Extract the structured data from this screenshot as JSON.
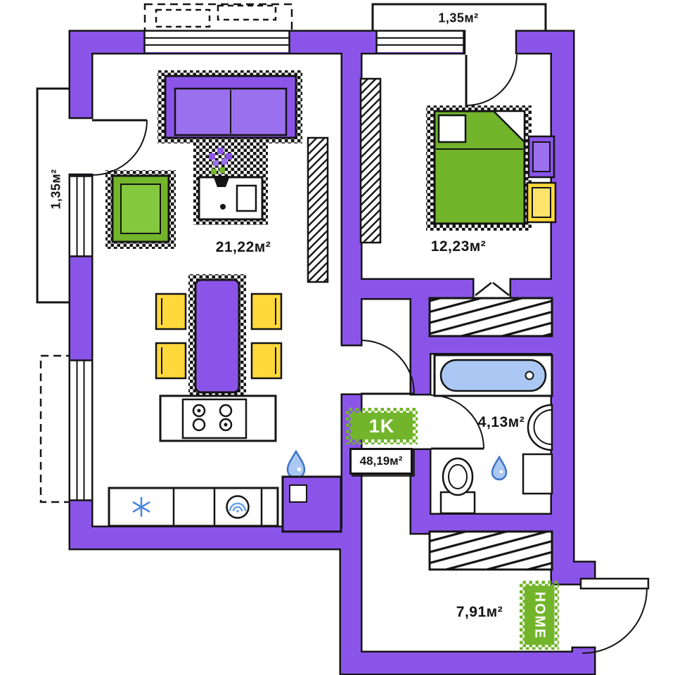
{
  "plan": {
    "unit_badge": {
      "type_label": "1K",
      "total_area": "48,19м²",
      "brand": "HOME"
    },
    "rooms": {
      "living": {
        "area": "21,22м²"
      },
      "bedroom": {
        "area": "12,23м²"
      },
      "bathroom": {
        "area": "4,13м²"
      },
      "hallway": {
        "area": "7,91м²"
      },
      "balcony_top": {
        "area": "1,35м²"
      },
      "balcony_left": {
        "area": "1,35м²"
      }
    },
    "colors": {
      "wall_purple": "#8b54e9",
      "furniture_purple_light": "#9b70ee",
      "accent_green": "#72b52b",
      "accent_yellow": "#ffd93c",
      "water_blue": "#aac8f3",
      "outline_black": "#141414"
    },
    "icons": [
      "snowflake-icon",
      "washing-machine-icon",
      "water-drop-icon",
      "plant-icon"
    ]
  }
}
